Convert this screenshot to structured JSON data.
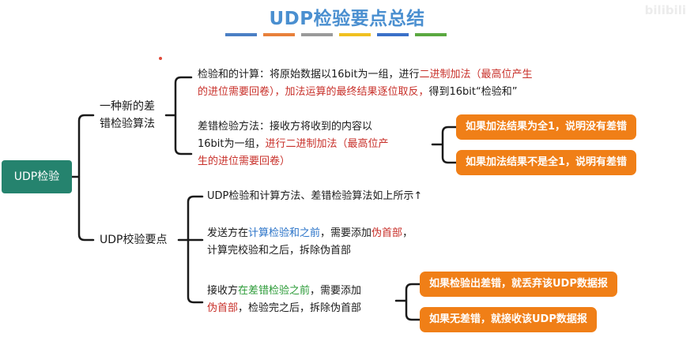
{
  "title": "UDP检验要点总结",
  "watermark": "bilibili",
  "title_bar_colors": [
    "#4a7fc4",
    "#e8803a",
    "#9a9a9a",
    "#f0c020",
    "#3a70c8",
    "#5aa840"
  ],
  "root": "UDP检验",
  "branch1": {
    "label_line1": "一种新的差",
    "label_line2": "错检验算法",
    "calc": {
      "l1_a": "检验和的计算：将原始数据以16bit为一组，进行",
      "l1_b": "二进制加法（最高位产生",
      "l2_a": "的进位需要回卷），加法运算的最终结果逐位取反，",
      "l2_b": "得到16bit“检验和”"
    },
    "check": {
      "l1": "差错检验方法：接收方将收到的内容以",
      "l2_a": "16bit为一组，",
      "l2_b": "进行二进制加法（最高位产",
      "l3": "生的进位需要回卷）"
    },
    "outcomes": [
      "如果加法结果为全1，说明没有差错",
      "如果加法结果不是全1，说明有差错"
    ]
  },
  "branch2": {
    "label": "UDP校验要点",
    "item1": "UDP检验和计算方法、差错检验算法如上所示↑",
    "item2": {
      "l1_a": "发送方在",
      "l1_b": "计算检验和之前",
      "l1_c": "，需要添加",
      "l1_d": "伪首部",
      "l1_e": "，",
      "l2": "计算完校验和之后，拆除伪首部"
    },
    "item3": {
      "l1_a": "接收方",
      "l1_b": "在差错检验之前",
      "l1_c": "，需要添加",
      "l2_a": "伪首部",
      "l2_b": "，检验完之后，拆除伪首部"
    },
    "outcomes": [
      "如果检验出差错，就丢弃该UDP数据报",
      "如果无差错，就接收该UDP数据报"
    ]
  }
}
